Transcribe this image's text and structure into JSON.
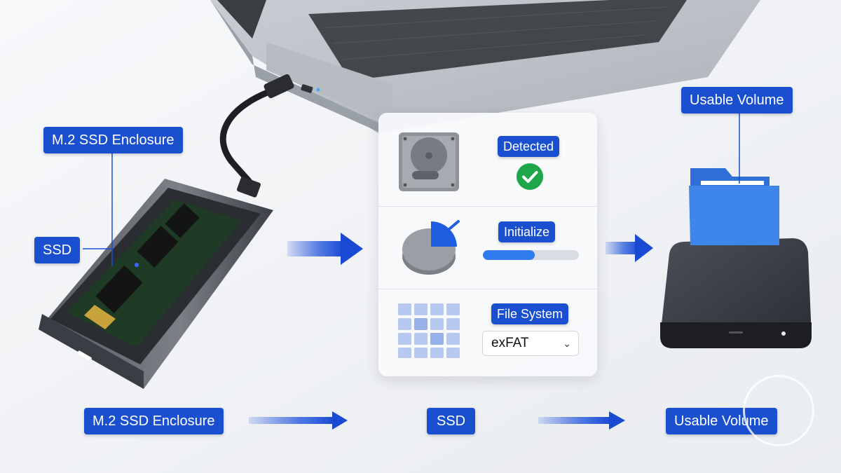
{
  "labels": {
    "top_enclosure": "M.2 SSD Enclosure",
    "top_ssd": "SSD",
    "top_volume": "Usable Volume"
  },
  "panel": {
    "detected": "Detected",
    "initialize": "Initialize",
    "initialize_progress": 0.54,
    "file_system": "File System",
    "file_system_value": "exFAT"
  },
  "bottom_flow": [
    "M.2 SSD Enclosure",
    "SSD",
    "Usable Volume"
  ],
  "colors": {
    "label_blue": "#1a4fd0",
    "arrow_blue": "#1d4fd6",
    "check_green": "#1fa64a",
    "folder_blue": "#3f86ea"
  }
}
